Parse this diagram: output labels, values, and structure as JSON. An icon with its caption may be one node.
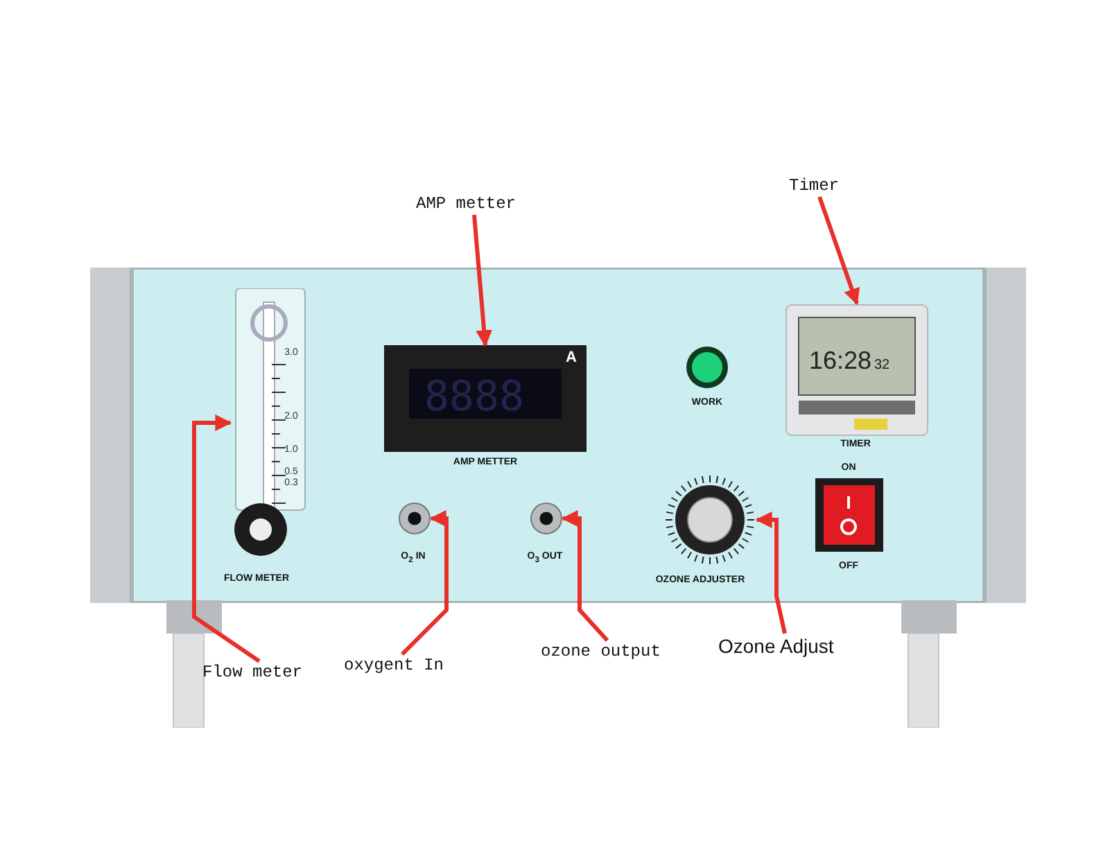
{
  "diagram": {
    "nodes": [
      {
        "text": [
          "AMP metter"
        ]
      },
      {
        "text": [
          "Timer"
        ]
      },
      {
        "text": [],
        "shape": "picture"
      },
      {
        "text": [],
        "shape": "picture",
        "in": 2,
        "beside": [
          "FLOW METER"
        ]
      },
      {
        "text": [],
        "shape": "picture",
        "in": 2,
        "beside": [
          "AMP METTER"
        ]
      },
      {
        "text": [],
        "shape": "picture",
        "in": 2,
        "beside": [
          "TIMER"
        ]
      },
      {
        "text": [],
        "shape": "circle",
        "in": 2,
        "beside": [
          "O$_{2}$ IN"
        ]
      },
      {
        "text": [],
        "shape": "circle",
        "in": 2,
        "beside": [
          "O$_{3}$ OUT"
        ]
      },
      {
        "text": [],
        "shape": "picture",
        "in": 2,
        "beside": [
          "OZONE ADJUSTER"
        ]
      },
      {
        "text": [
          "Flow meter"
        ]
      },
      {
        "text": [
          "oxygent In"
        ]
      },
      {
        "text": [
          "ozone output"
        ]
      },
      {
        "text": [
          "Ozone Adjust"
        ]
      }
    ],
    "edges": [
      {
        "from": 0,
        "to": 4,
        "arrow": "to"
      },
      {
        "from": 1,
        "to": 5,
        "arrow": "to"
      },
      {
        "from": 9,
        "to": 3,
        "arrow": "to"
      },
      {
        "from": 10,
        "to": 6,
        "arrow": "to"
      },
      {
        "from": 11,
        "to": 7,
        "arrow": "to"
      },
      {
        "from": 12,
        "to": 8,
        "arrow": "to"
      }
    ],
    "labels": [
      "A",
      "3.0",
      "2.0",
      "1.0",
      "0.5",
      "0.3",
      "8888",
      "16:28",
      "32",
      "WORK",
      "ON",
      "OFF"
    ]
  }
}
